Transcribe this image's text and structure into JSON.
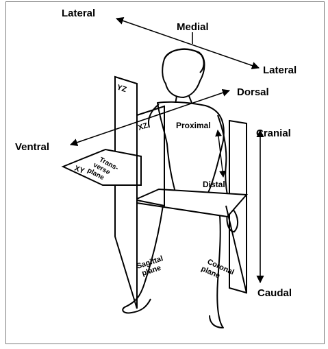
{
  "labels": {
    "lateral_left": "Lateral",
    "medial": "Medial",
    "lateral_right": "Lateral",
    "dorsal": "Dorsal",
    "ventral": "Ventral",
    "cranial": "Cranial",
    "caudal": "Caudal",
    "proximal": "Proximal",
    "distal": "Distal",
    "plane_yz": "YZ",
    "plane_xz": "XZ",
    "plane_xy": "XY",
    "transverse_1": "Trans-",
    "transverse_2": "verse",
    "transverse_3": "plane",
    "sagittal_1": "Sagittal",
    "sagittal_2": "plane",
    "coronal_1": "Coronal",
    "coronal_2": "plane"
  },
  "colors": {
    "ink": "#000000",
    "frame": "#7a7a7a",
    "background": "#ffffff"
  }
}
